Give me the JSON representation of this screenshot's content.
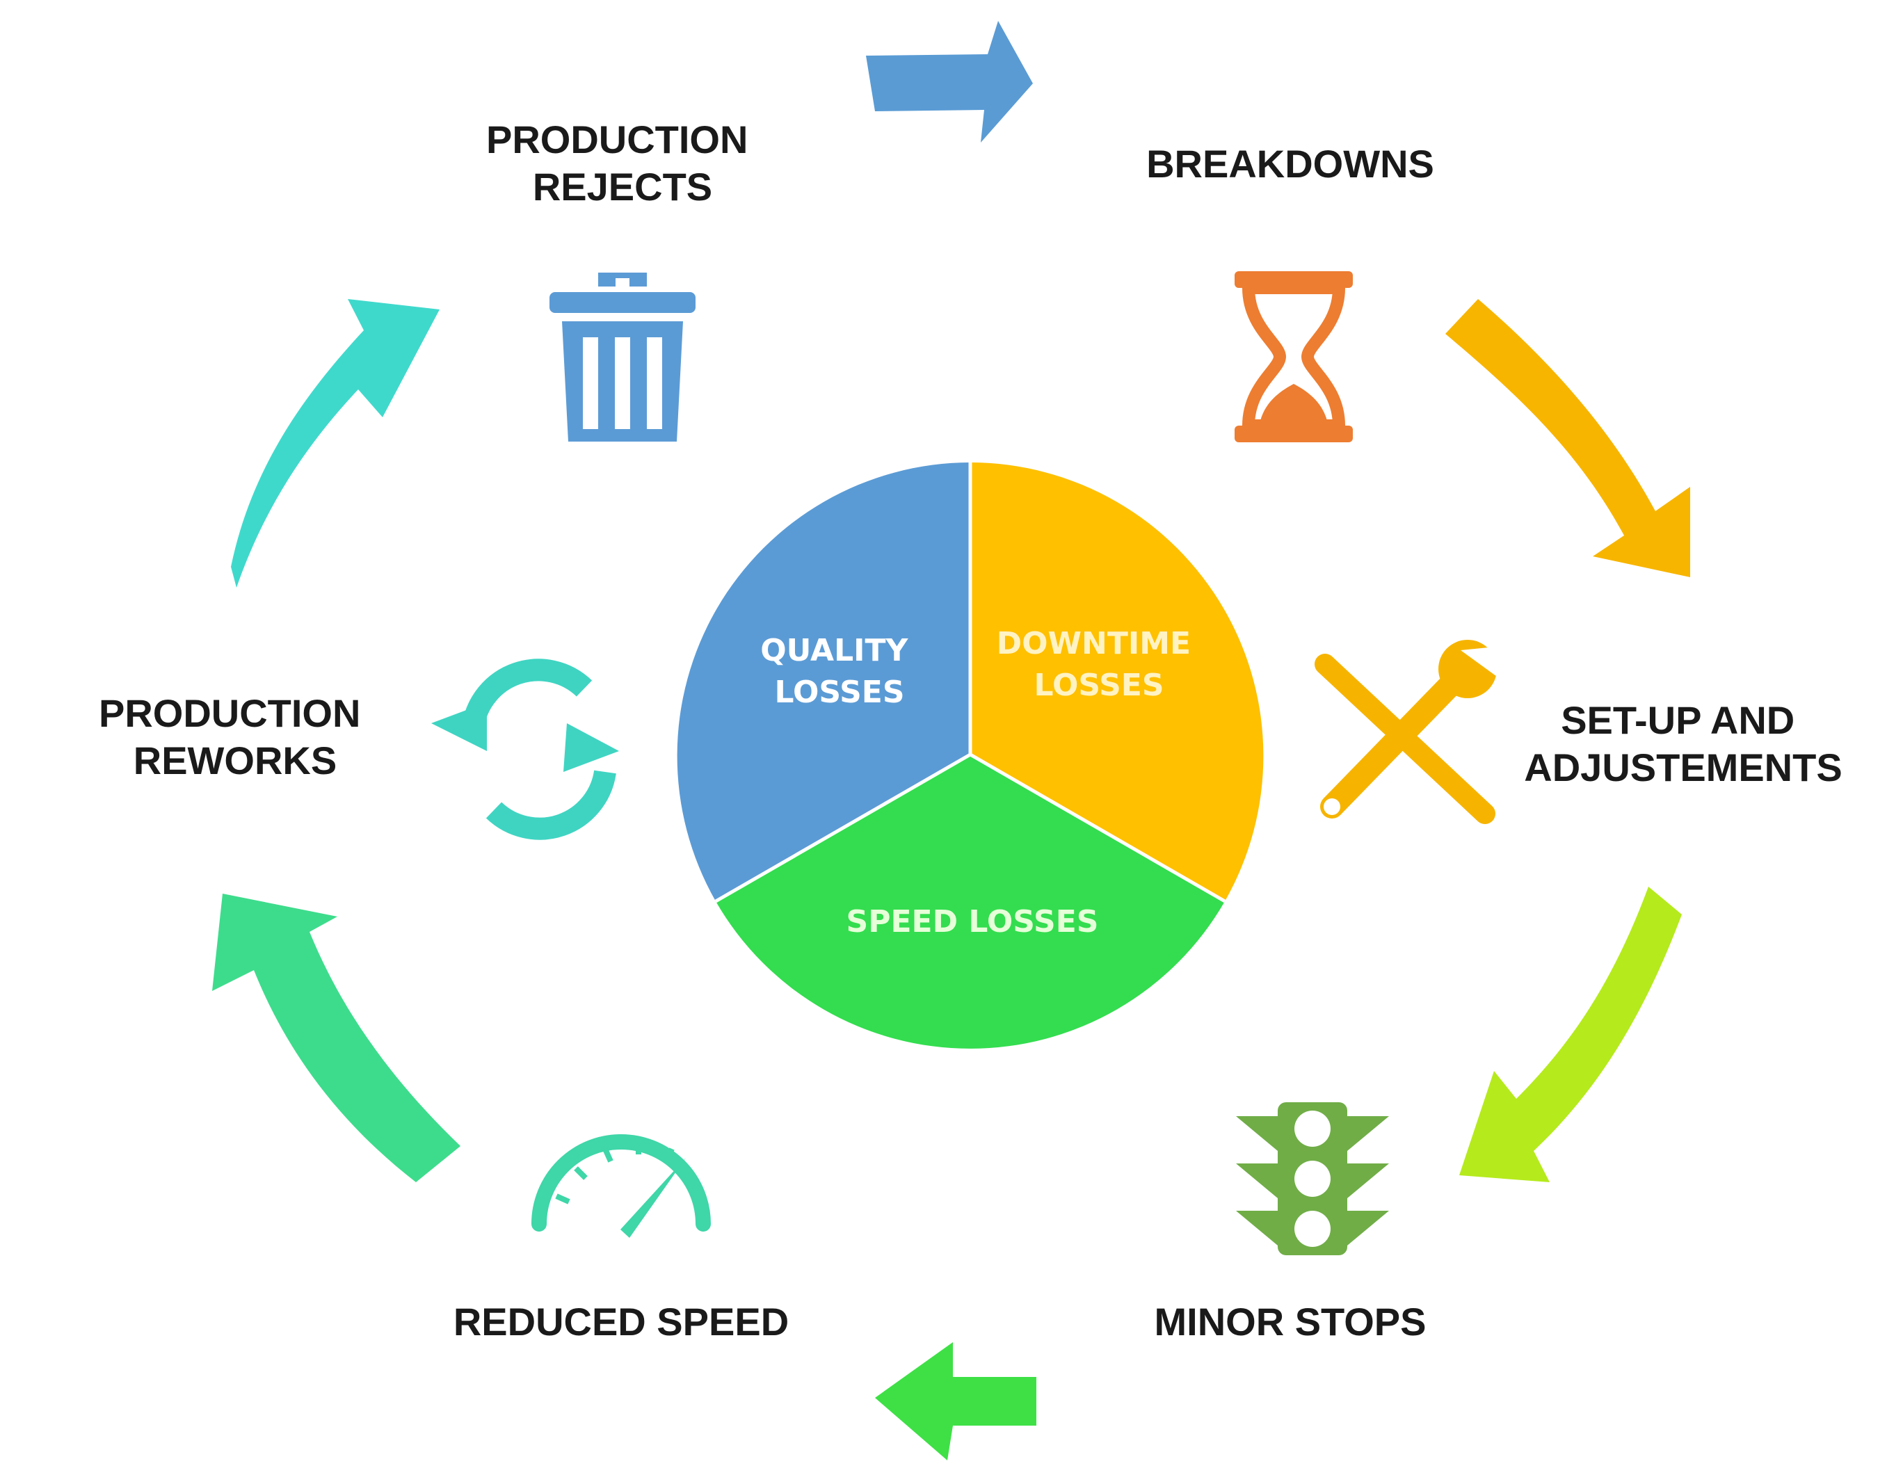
{
  "labels": {
    "production_rejects": [
      "PRODUCTION",
      "REJECTS"
    ],
    "breakdowns": "BREAKDOWNS",
    "setup": [
      "SET-UP AND",
      "ADJUSTEMENTS"
    ],
    "minor_stops": "MINOR STOPS",
    "reduced_speed": "REDUCED SPEED",
    "production_reworks": [
      "PRODUCTION",
      "REWORKS"
    ]
  },
  "pie": {
    "quality": [
      "QUALITY",
      "LOSSES"
    ],
    "downtime": [
      "DOWNTIME",
      "LOSSES"
    ],
    "speed": "SPEED LOSSES"
  },
  "icons": [
    "trash-icon",
    "hourglass-icon",
    "tools-icon",
    "traffic-light-icon",
    "speedometer-icon",
    "refresh-icon"
  ],
  "colors": {
    "quality": "#5b9bd5",
    "downtime": "#ffc000",
    "speed": "#33dd4f",
    "arrow_top": "#5a9bd4",
    "arrow_right_upper": "#f7b500",
    "arrow_right_lower": "#b5ea1c",
    "arrow_bottom": "#3ee046",
    "arrow_left_lower": "#3ddc8c",
    "arrow_left_upper": "#3fd9cc",
    "trash": "#5b9bd5",
    "hourglass": "#ed7d31",
    "tools": "#f6b400",
    "traffic_light": "#70ad47",
    "speedometer": "#3fd6a8",
    "refresh": "#3fd4c2"
  }
}
